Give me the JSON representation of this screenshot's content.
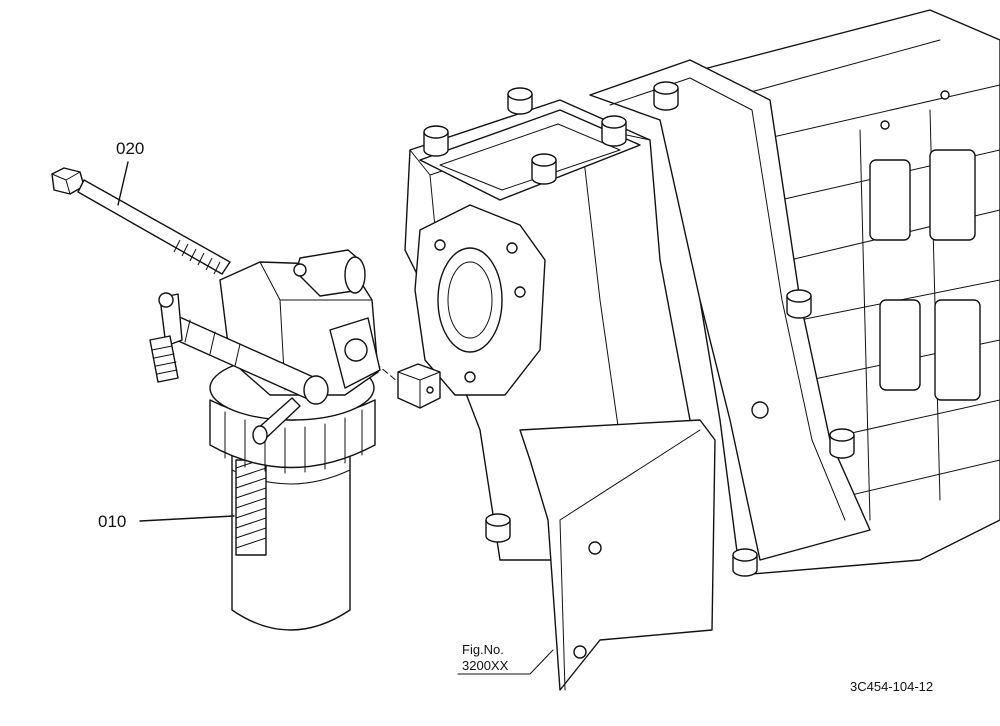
{
  "callouts": {
    "part_020": "020",
    "part_010": "010"
  },
  "figure": {
    "label": "Fig.No.",
    "number": "3200XX"
  },
  "drawing_code": "3C454-104-12"
}
